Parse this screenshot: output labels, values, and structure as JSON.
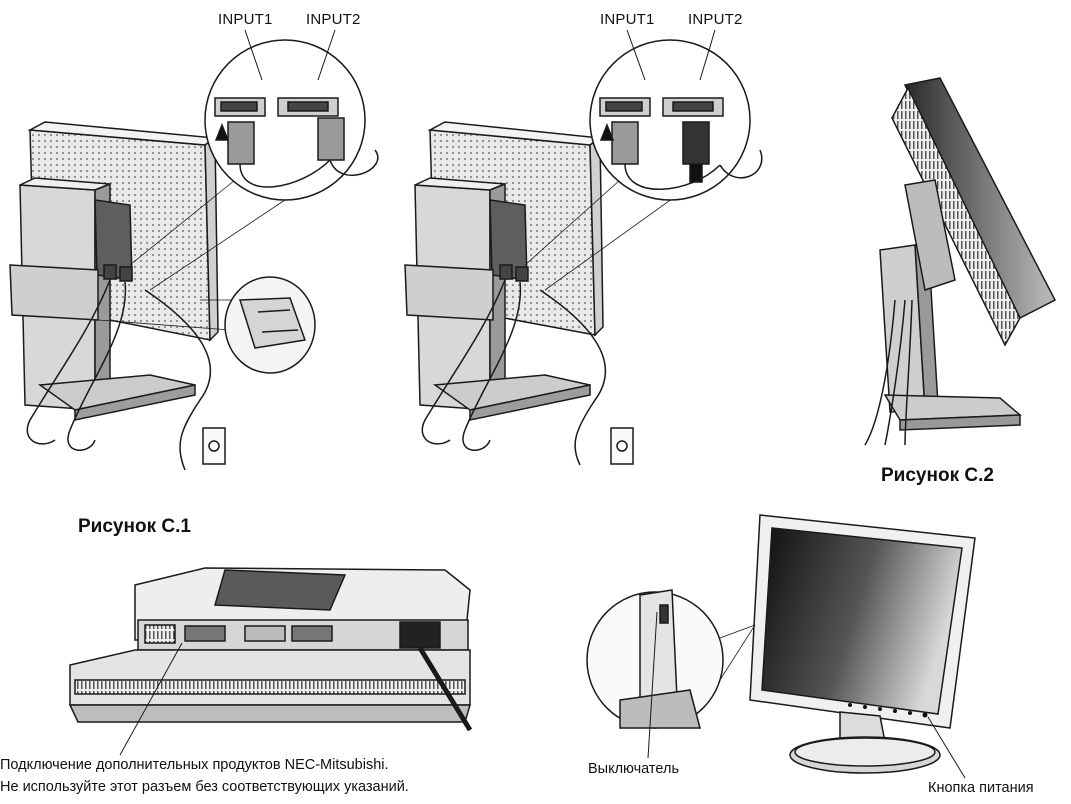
{
  "ports": {
    "input1": "INPUT1",
    "input2": "INPUT2"
  },
  "figures": {
    "c1": "Рисунок С.1",
    "c2": "Рисунок С.2"
  },
  "notes": {
    "line1": "Подключение дополнительных продуктов NEC-Mitsubishi.",
    "line2": "Не используйте этот разъем без соответствующих указаний."
  },
  "callouts": {
    "switch": "Выключатель",
    "power_button": "Кнопка питания"
  },
  "colors": {
    "ink": "#1a1a1a",
    "panel_light": "#e6e6e6",
    "panel_mid": "#bdbdbd",
    "panel_dark": "#6e6e6e",
    "screen_dark": "#1c1c1c"
  }
}
